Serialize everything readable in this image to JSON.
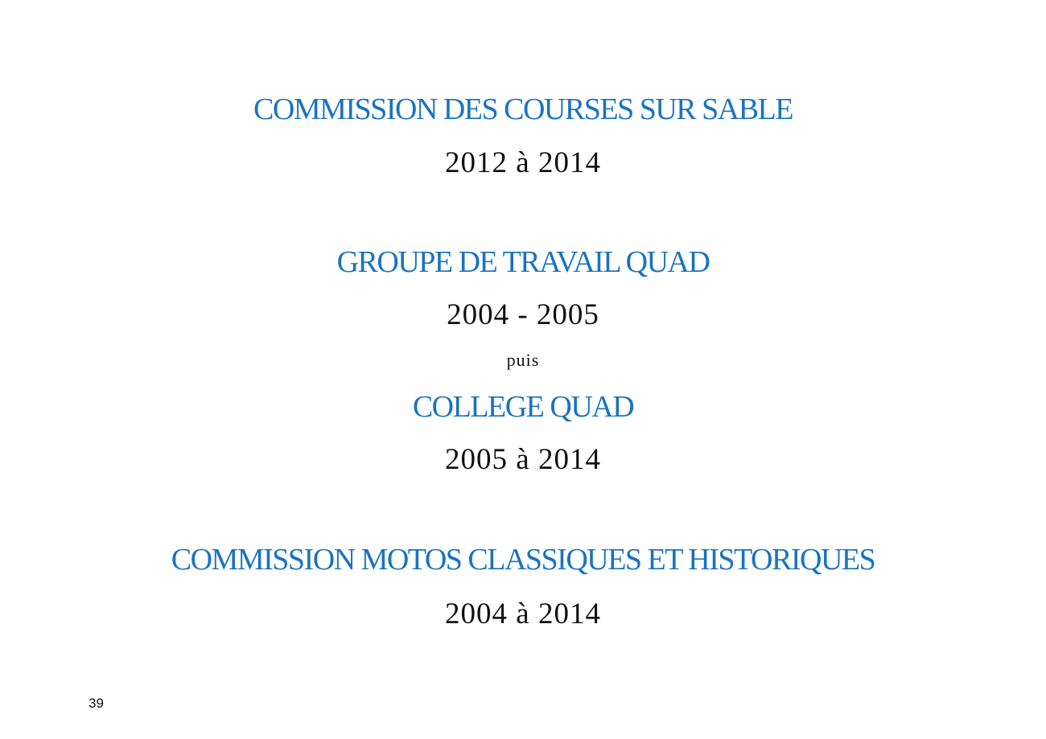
{
  "sections": [
    {
      "title": "COMMISSION DES COURSES SUR SABLE",
      "dates": "2012 à 2014"
    },
    {
      "title": "GROUPE DE TRAVAIL QUAD",
      "dates": "2004 - 2005",
      "connector": "puis",
      "title2": "COLLEGE QUAD",
      "dates2": "2005 à 2014"
    },
    {
      "title": "COMMISSION MOTOS CLASSIQUES ET HISTORIQUES",
      "dates": "2004 à 2014"
    }
  ],
  "page_number": "39",
  "colors": {
    "heading": "#1a73bf",
    "text": "#111111"
  }
}
